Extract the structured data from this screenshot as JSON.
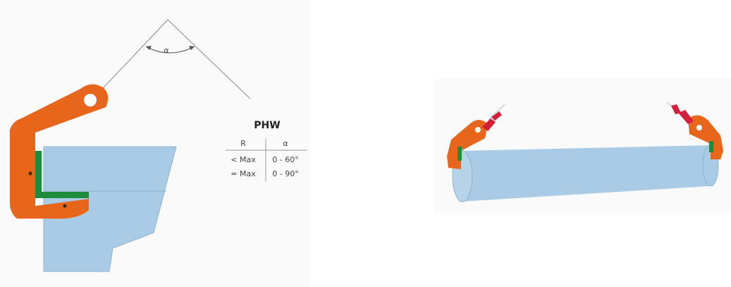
{
  "left_diagram": {
    "angle_label": "α",
    "table": {
      "title": "PHW",
      "headers": [
        "R",
        "α"
      ],
      "rows": [
        [
          "< Max",
          "0 - 60°"
        ],
        [
          "= Max",
          "0 - 90°"
        ]
      ]
    }
  },
  "colors": {
    "clamp_orange": "#e8661c",
    "plate_blue": "#aacbe6",
    "pad_green": "#1e8c3c",
    "shackle_red": "#d4203a",
    "line_gray": "#7a7a7a"
  }
}
